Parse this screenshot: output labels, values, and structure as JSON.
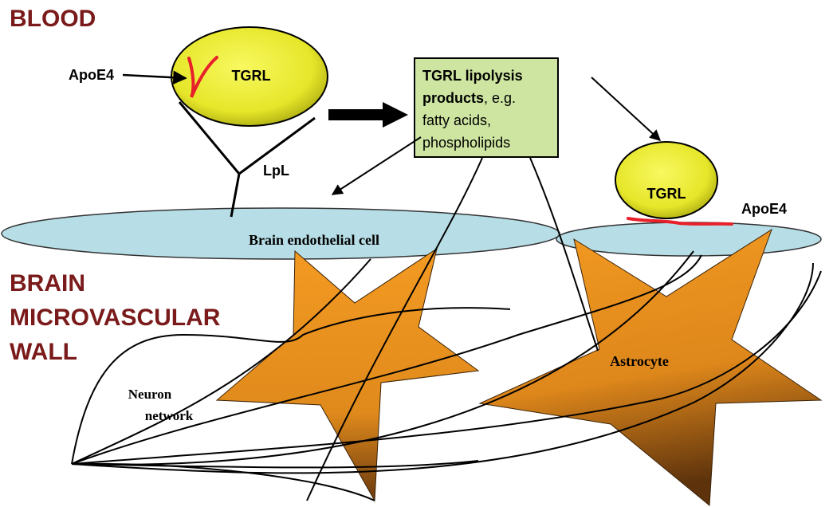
{
  "labels": {
    "blood": "BLOOD",
    "brain_line1": "BRAIN",
    "brain_line2": "MICROVASCULAR",
    "brain_line3": "WALL",
    "apoe4_left": "ApoE4",
    "apoe4_right": "ApoE4",
    "tgrl_left": "TGRL",
    "tgrl_right": "TGRL",
    "lpl": "LpL",
    "endothelial": "Brain endothelial cell",
    "astrocyte": "Astrocyte",
    "neuron_line1": "Neuron",
    "neuron_line2": "network"
  },
  "products_box": {
    "line1_bold": "TGRL lipolysis",
    "line2_bold": "products",
    "line2_rest": ", e.g.",
    "line3": "fatty acids,",
    "line4": "phospholipids"
  },
  "colors": {
    "section_label": "#7a1a1a",
    "tgrl_fill": "#e6e62a",
    "box_fill": "#cde5a0",
    "endothelial_fill": "#b7dde6",
    "astrocyte_fill": "#e89622",
    "apoe4_mark": "#e8202a"
  }
}
